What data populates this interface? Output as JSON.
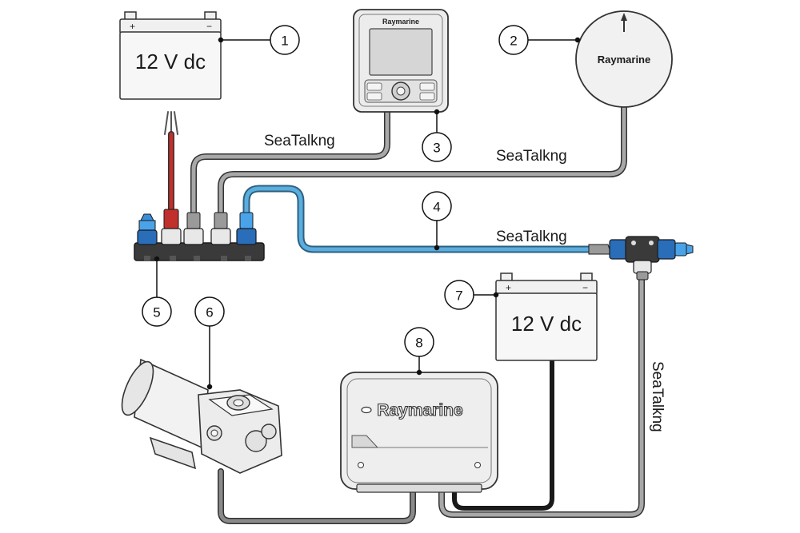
{
  "labels": {
    "battery_voltage": "12 V dc",
    "seatalk": "SeaTalkng",
    "brand": "Raymarine",
    "polarity_plus": "+",
    "polarity_minus": "−"
  },
  "callouts": [
    "1",
    "2",
    "3",
    "4",
    "5",
    "6",
    "7",
    "8"
  ],
  "colors": {
    "outline": "#333333",
    "cable_grey": "#8a8a8a",
    "cable_blue": "#4a9fd0",
    "cable_red": "#c0302c",
    "cable_black": "#1a1a1a",
    "connector_blue": "#2a6db8",
    "device_fill": "#f0f0f0",
    "screen_fill": "#d8d8d8"
  },
  "icons": {
    "battery_1": "battery-icon",
    "compass_2": "compass-icon",
    "control_head_3": "control-head-icon",
    "backbone_5": "connector-block-icon",
    "pump_6": "drive-pump-icon",
    "battery_7": "battery-icon",
    "computer_8": "course-computer-icon",
    "t_piece": "t-connector-icon"
  }
}
